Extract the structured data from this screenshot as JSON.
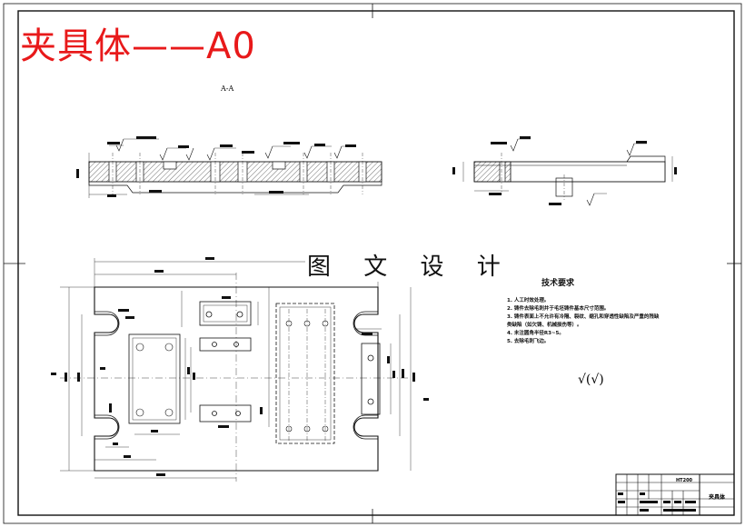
{
  "title_banner": "夹具体——A0",
  "watermark": "图 文 设 计",
  "section_label": "A-A",
  "technical_notes": {
    "heading": "技术要求",
    "items": [
      "1. 人工时效处理。",
      "2. 铸件去除毛刺并于毛坯铸件基本尺寸范围。",
      "3. 铸件表面上不允许有冷隔、裂纹、缩孔和穿透性缺陷及严重的残缺",
      "   类缺陷（如欠铸、机械损伤等）。",
      "4. 未注圆角半径R3~5。",
      "5. 去除毛刺飞边。"
    ]
  },
  "roughness_symbol": "√(√)",
  "title_block": {
    "material": "HT200",
    "part_name": "夹具体"
  },
  "colors": {
    "banner": "#e8191a",
    "line": "#111111"
  }
}
